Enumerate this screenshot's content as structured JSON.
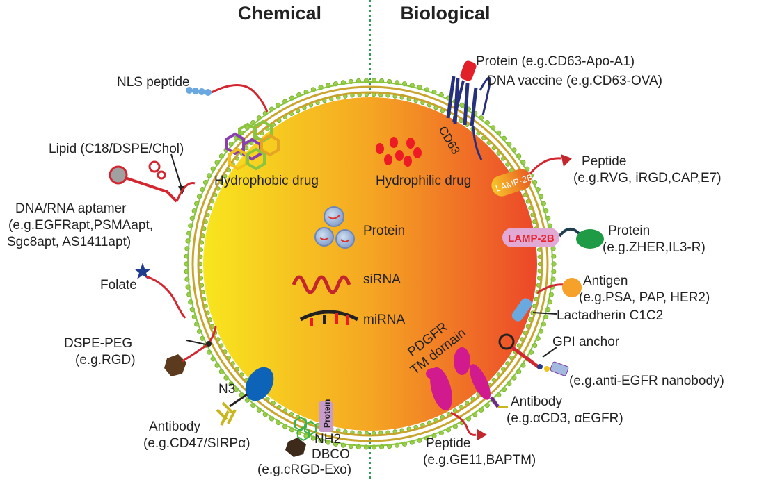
{
  "headers": {
    "left": "Chemical",
    "right": "Biological"
  },
  "cargo": {
    "hydrophobic": "Hydrophobic drug",
    "hydrophilic": "Hydrophilic drug",
    "protein": "Protein",
    "sirna": "siRNA",
    "mirna": "miRNA"
  },
  "chemical": {
    "nls": "NLS peptide",
    "lipid": "Lipid (C18/DSPE/Chol)",
    "aptamer": [
      "DNA/RNA aptamer",
      "(e.g.EGFRapt,PSMAapt,",
      "Sgc8apt, AS1411apt)"
    ],
    "folate": "Folate",
    "dspe": [
      "DSPE-PEG",
      "(e.g.RGD)"
    ],
    "n3": "N3",
    "antibody": [
      "Antibody",
      "(e.g.CD47/SIRPα)"
    ],
    "protein_tag": "Protein",
    "nh2": "NH2",
    "dbco": [
      "DBCO",
      "(e.g.cRGD-Exo)"
    ]
  },
  "biological": {
    "protein1": "Protein (e.g.CD63-Apo-A1)",
    "dnavaccine": "DNA vaccine (e.g.CD63-OVA)",
    "cd63": "CD63",
    "lamp1": "LAMP-2B",
    "peptide1": [
      "Peptide",
      "(e.g.RVG, iRGD,CAP,E7)"
    ],
    "lamp2": "LAMP-2B",
    "protein2": [
      "Protein",
      "(e.g.ZHER,IL3-R)"
    ],
    "antigen": [
      "Antigen",
      "(e.g.PSA, PAP, HER2)"
    ],
    "lactadherin": "Lactadherin C1C2",
    "gpi": "GPI anchor",
    "nanobody": "(e.g.anti-EGFR nanobody)",
    "pdgfr": [
      "PDGFR",
      "TM domain"
    ],
    "antibody": [
      "Antibody",
      "(e.g.αCD3, αEGFR)"
    ],
    "peptide2": [
      "Peptide",
      "(e.g.GE11,BAPTM)"
    ]
  },
  "colors": {
    "core_left": "#f7e41a",
    "core_right": "#ee4a2a",
    "membrane_outer": "#8dc63f",
    "membrane_inner": "#c9a22a",
    "divider": "#2f9a5a"
  }
}
